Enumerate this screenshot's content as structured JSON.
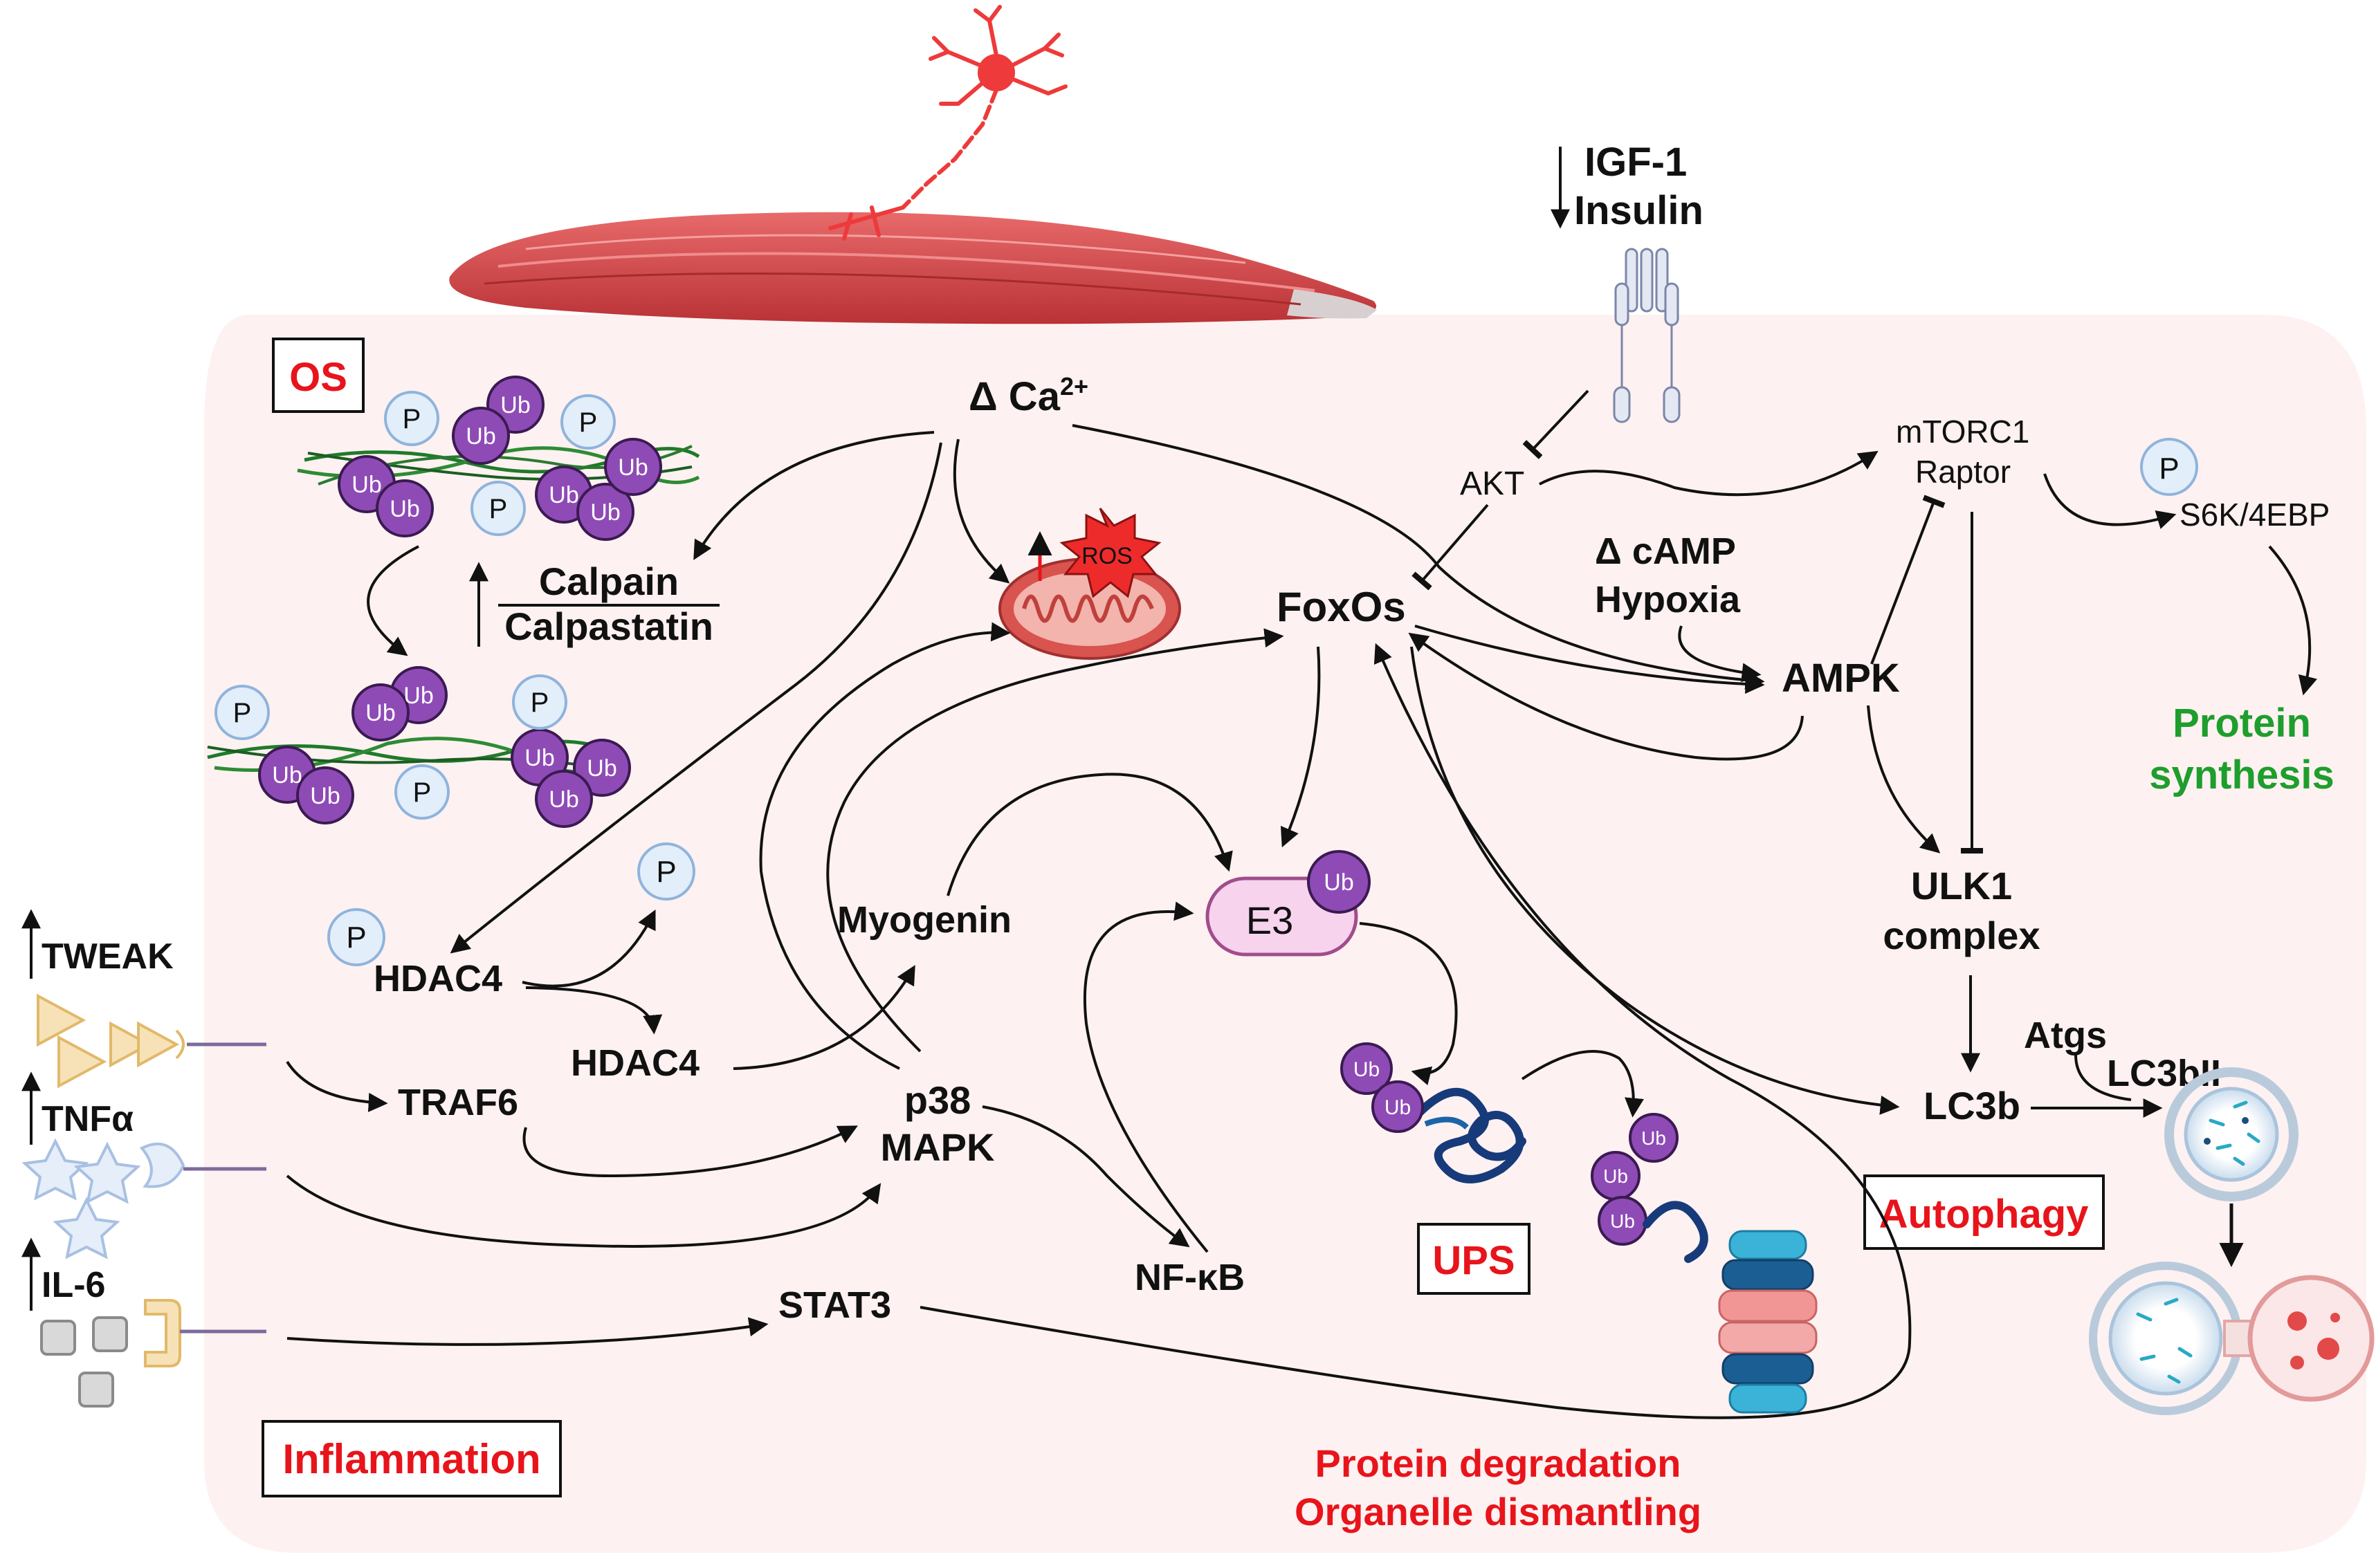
{
  "labels": {
    "igf1": "IGF-1",
    "insulin": "Insulin",
    "akt": "AKT",
    "mtorc1": "mTORC1",
    "raptor": "Raptor",
    "s6k": "S6K/4EBP",
    "protein": "Protein",
    "synthesis": "synthesis",
    "camp": "Δ cAMP",
    "hypoxia": "Hypoxia",
    "ampk": "AMPK",
    "foxos": "FoxOs",
    "ca": "Δ Ca",
    "ca_sup": "2+",
    "ros": "ROS",
    "calpain": "Calpain",
    "calpastatin": "Calpastatin",
    "os": "OS",
    "tweak": "TWEAK",
    "tnfa": "TNFα",
    "il6": "IL-6",
    "hdac4_a": "HDAC4",
    "hdac4_b": "HDAC4",
    "traf6": "TRAF6",
    "myogenin": "Myogenin",
    "p38": "p38",
    "mapk": "MAPK",
    "nfkb": "NF-κB",
    "stat3": "STAT3",
    "e3": "E3",
    "ulk1": "ULK1",
    "complex": "complex",
    "lc3b": "LC3b",
    "atgs": "Atgs",
    "lc3bii": "LC3bII",
    "ups": "UPS",
    "autophagy": "Autophagy",
    "inflammation": "Inflammation",
    "degradation": "Protein degradation",
    "dismantling": "Organelle dismantling",
    "ub": "Ub",
    "p": "P"
  },
  "colors": {
    "cell_fill": "#fdf1f1",
    "ub_purple": "#8e4bb5",
    "p_blue": "#e3eefb",
    "accent_red": "#e8141b",
    "accent_green": "#1e9e2c",
    "muscle": "#d44a4d",
    "neuron": "#ee3a3a"
  }
}
